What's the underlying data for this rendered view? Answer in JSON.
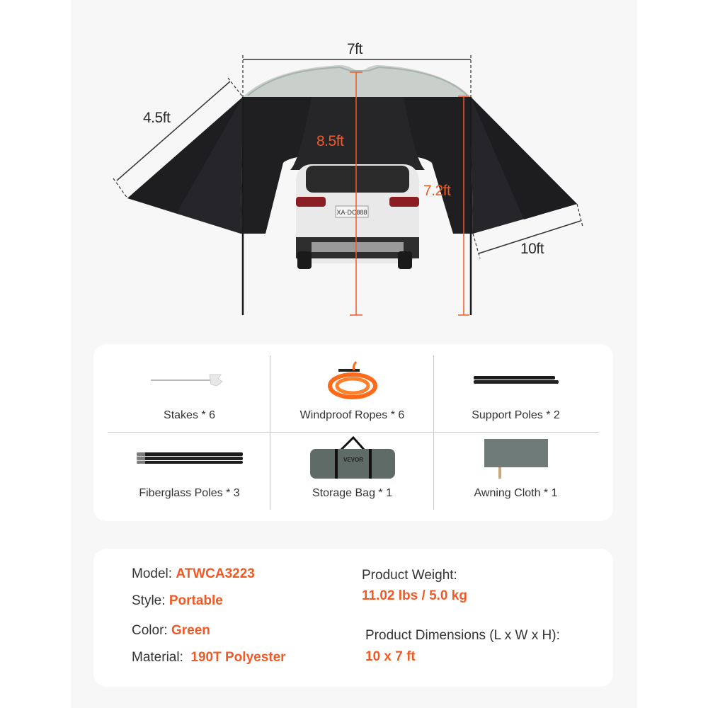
{
  "diagram": {
    "width_label": "7ft",
    "wing_label": "4.5ft",
    "center_height_label": "8.5ft",
    "side_height_label": "7.2ft",
    "length_label": "10ft",
    "plate_text": "XA·DC888",
    "colors": {
      "tent_top": "#c9d0cb",
      "tent_body": "#1f1f21",
      "accent": "#f15a24",
      "dim_line": "#333333"
    }
  },
  "items": [
    {
      "label": "Stakes * 6",
      "icon": "stake-icon"
    },
    {
      "label": "Windproof Ropes * 6",
      "icon": "rope-icon"
    },
    {
      "label": "Support Poles * 2",
      "icon": "support-poles-icon"
    },
    {
      "label": "Fiberglass Poles * 3",
      "icon": "fiberglass-poles-icon"
    },
    {
      "label": "Storage Bag * 1",
      "icon": "storage-bag-icon",
      "brand": "VEVOR"
    },
    {
      "label": "Awning Cloth * 1",
      "icon": "awning-cloth-icon"
    }
  ],
  "specs": {
    "model_label": "Model:",
    "model_value": "ATWCA3223",
    "style_label": "Style:",
    "style_value": "Portable",
    "color_label": "Color:",
    "color_value": "Green",
    "material_label": "Material:",
    "material_value": "190T Polyester",
    "weight_label": "Product Weight:",
    "weight_value": "11.02 lbs / 5.0 kg",
    "dimensions_label": "Product Dimensions (L x W x H):",
    "dimensions_value": "10 x 7 ft"
  }
}
